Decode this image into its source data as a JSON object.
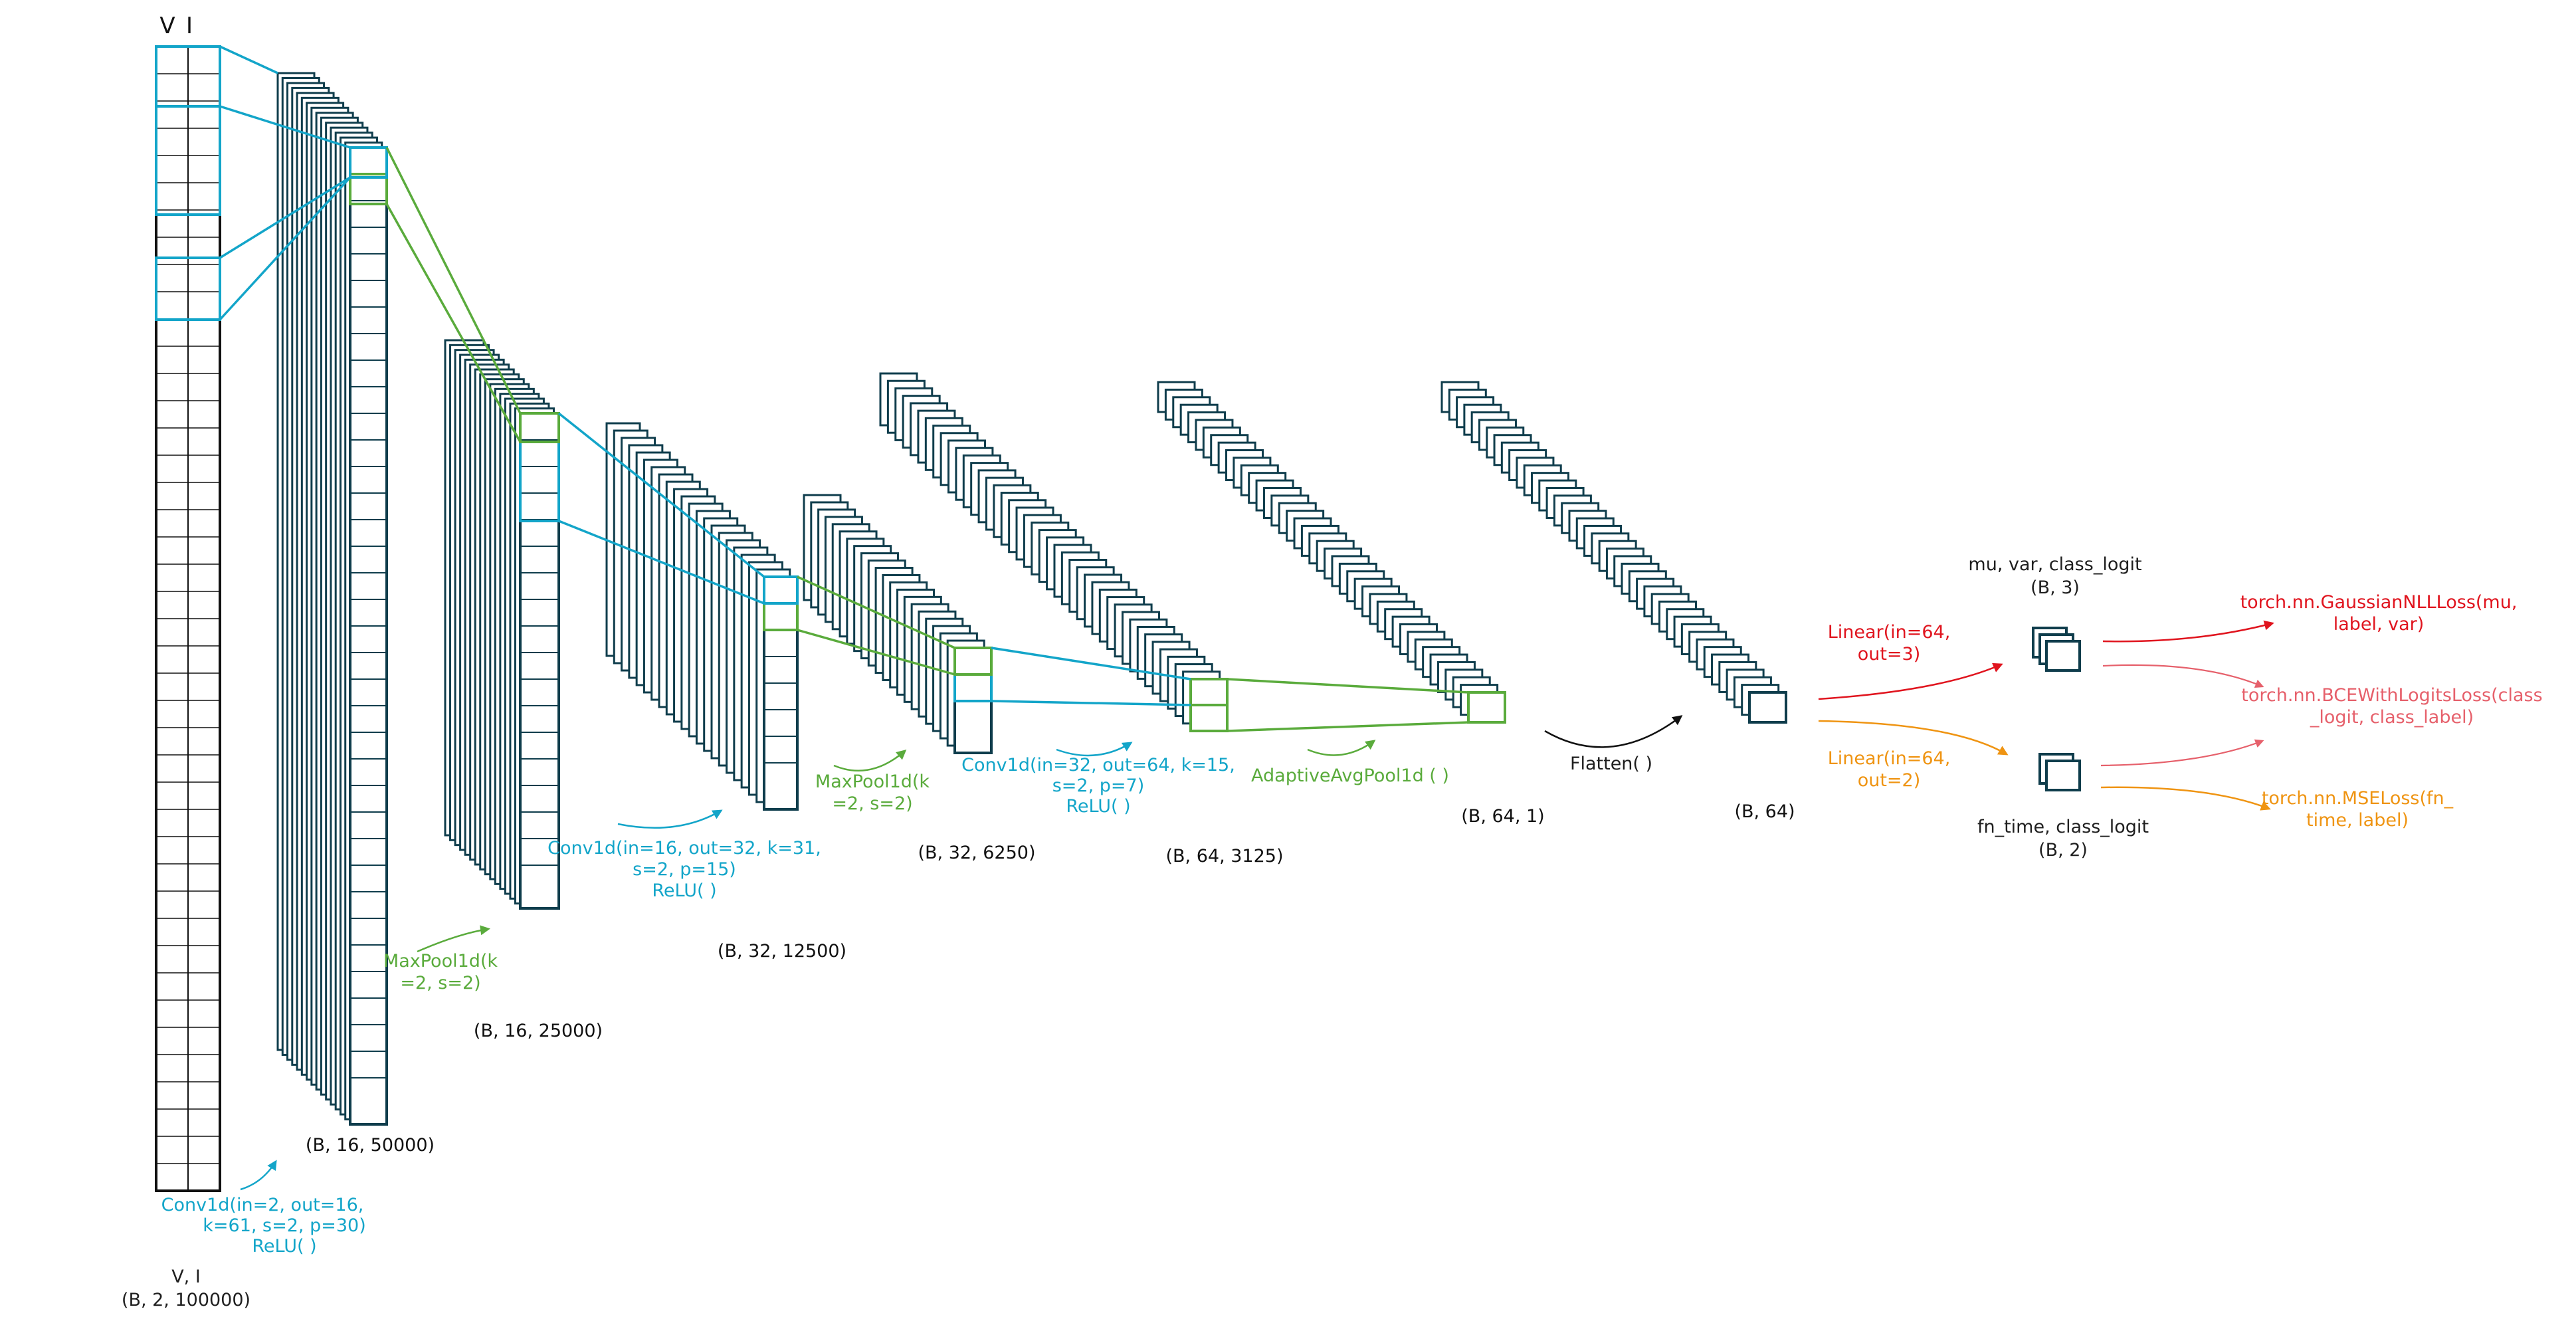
{
  "input": {
    "columns": [
      "V",
      "I"
    ],
    "label": "V, I",
    "shape": "(B, 2, 100000)"
  },
  "layers": [
    {
      "op": [
        "Conv1d(in=2, out=16,",
        "k=61, s=2, p=30)",
        "ReLU( )"
      ],
      "shape": "(B, 16, 50000)"
    },
    {
      "op": [
        "MaxPool1d(k",
        "=2, s=2)"
      ],
      "shape": "(B, 16, 25000)"
    },
    {
      "op": [
        "Conv1d(in=16, out=32, k=31,",
        "s=2, p=15)",
        "ReLU( )"
      ],
      "shape": "(B, 32, 12500)"
    },
    {
      "op": [
        "MaxPool1d(k",
        "=2, s=2)"
      ],
      "shape": "(B, 32, 6250)"
    },
    {
      "op": [
        "Conv1d(in=32, out=64, k=15,",
        "s=2, p=7)",
        "ReLU( )"
      ],
      "shape": "(B, 64, 3125)"
    },
    {
      "op": [
        "AdaptiveAvgPool1d ( )"
      ],
      "shape": "(B, 64, 1)"
    },
    {
      "op": [
        "Flatten( )"
      ],
      "shape": "(B, 64)"
    }
  ],
  "heads": [
    {
      "op": [
        "Linear(in=64,",
        "out=3)"
      ],
      "name": "mu, var, class_logit",
      "shape": "(B, 3)"
    },
    {
      "op": [
        "Linear(in=64,",
        "out=2)"
      ],
      "name": "fn_time, class_logit",
      "shape": "(B, 2)"
    }
  ],
  "losses": [
    [
      "torch.nn.GaussianNLLLoss(mu,",
      "label, var)"
    ],
    [
      "torch.nn.BCEWithLogitsLoss(class",
      "_logit, class_label)"
    ],
    [
      "torch.nn.MSELoss(fn_",
      "time, label)"
    ]
  ],
  "colors": {
    "conv": "#13a5c9",
    "pool": "#5aab3c",
    "block": "#0f3d4c",
    "loss_red": "#e0141e",
    "loss_pink": "#e6606b",
    "loss_orange": "#ef9412",
    "flatten_arrow": "#111111"
  }
}
